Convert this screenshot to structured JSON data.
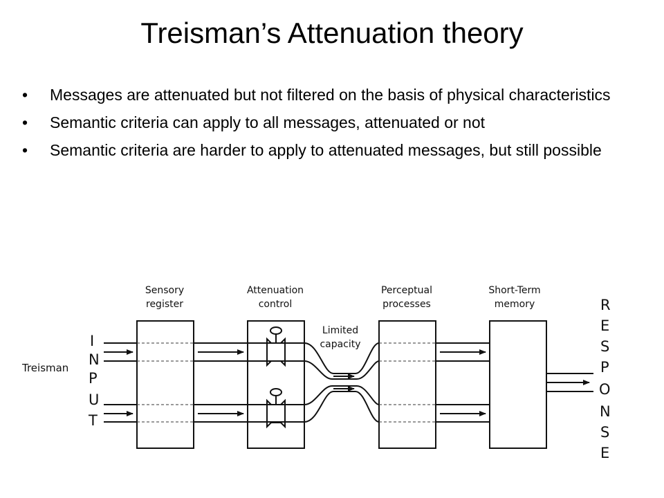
{
  "slide": {
    "title": "Treisman’s Attenuation theory",
    "bullets": [
      {
        "symbol": "•",
        "text": "Messages are attenuated but not filtered on the basis of physical characteristics"
      },
      {
        "symbol": "•",
        "text": "Semantic criteria can apply to all messages, attenuated or not"
      },
      {
        "symbol": "•",
        "text": "Semantic criteria are harder to apply to attenuated messages, but still possible"
      }
    ]
  },
  "diagram": {
    "model_label": "Treisman",
    "input_letters": [
      "I",
      "N",
      "P",
      "U",
      "T"
    ],
    "response_letters": [
      "R",
      "E",
      "S",
      "P",
      "O",
      "N",
      "S",
      "E"
    ],
    "stages": {
      "sensory": {
        "line1": "Sensory",
        "line2": "register"
      },
      "attenuation": {
        "line1": "Attenuation",
        "line2": "control"
      },
      "perceptual": {
        "line1": "Perceptual",
        "line2": "processes"
      },
      "stm": {
        "line1": "Short-Term",
        "line2": "memory"
      }
    },
    "limited_capacity": {
      "line1": "Limited",
      "line2": "capacity"
    }
  }
}
